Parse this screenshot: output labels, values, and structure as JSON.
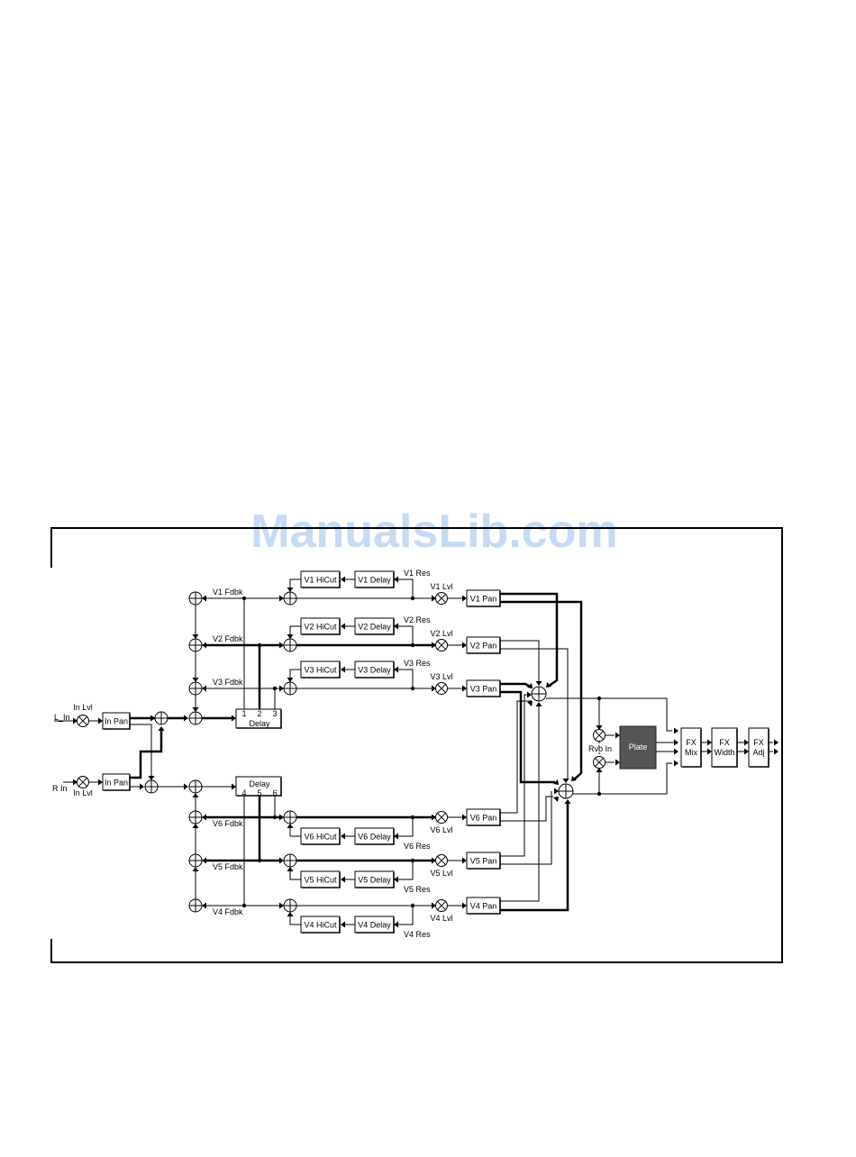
{
  "watermark": "ManualsLib.com",
  "diagram": {
    "inputs": [
      {
        "id": "L_In",
        "label": "L_In",
        "level_label": "In Lvl",
        "pan_label": "In Pan"
      },
      {
        "id": "R_In",
        "label": "R In",
        "level_label": "In Lvl",
        "pan_label": "In Pan"
      }
    ],
    "delay_top": {
      "label": "Delay",
      "taps": [
        "1",
        "2",
        "3"
      ]
    },
    "delay_bottom": {
      "label": "Delay",
      "taps": [
        "4",
        "5",
        "6"
      ]
    },
    "voices": [
      {
        "id": "v1",
        "fdbk": "V1 Fdbk",
        "hicut": "V1 HiCut",
        "delay": "V1 Delay",
        "res": "V1 Res",
        "lvl": "V1 Lvl",
        "pan": "V1 Pan"
      },
      {
        "id": "v2",
        "fdbk": "V2 Fdbk",
        "hicut": "V2 HiCut",
        "delay": "V2 Delay",
        "res": "V2 Res",
        "lvl": "V2 Lvl",
        "pan": "V2 Pan"
      },
      {
        "id": "v3",
        "fdbk": "V3 Fdbk",
        "hicut": "V3 HiCut",
        "delay": "V3 Delay",
        "res": "V3 Res",
        "lvl": "V3 Lvl",
        "pan": "V3 Pan"
      },
      {
        "id": "v6",
        "fdbk": "V6 Fdbk",
        "hicut": "V6 HiCut",
        "delay": "V6 Delay",
        "res": "V6 Res",
        "lvl": "V6 Lvl",
        "pan": "V6 Pan"
      },
      {
        "id": "v5",
        "fdbk": "V5 Fdbk",
        "hicut": "V5 HiCut",
        "delay": "V5 Delay",
        "res": "V5 Res",
        "lvl": "V5 Lvl",
        "pan": "V5 Pan"
      },
      {
        "id": "v4",
        "fdbk": "V4 Fdbk",
        "hicut": "V4 HiCut",
        "delay": "V4 Delay",
        "res": "V4 Res",
        "lvl": "V4 Lvl",
        "pan": "V4 Pan"
      }
    ],
    "rvb_in": "Rvb In",
    "plate": "Plate",
    "fx_mix": [
      "FX",
      "Mix"
    ],
    "fx_width": [
      "FX",
      "Width"
    ],
    "fx_adj": [
      "FX",
      "Adj"
    ]
  }
}
